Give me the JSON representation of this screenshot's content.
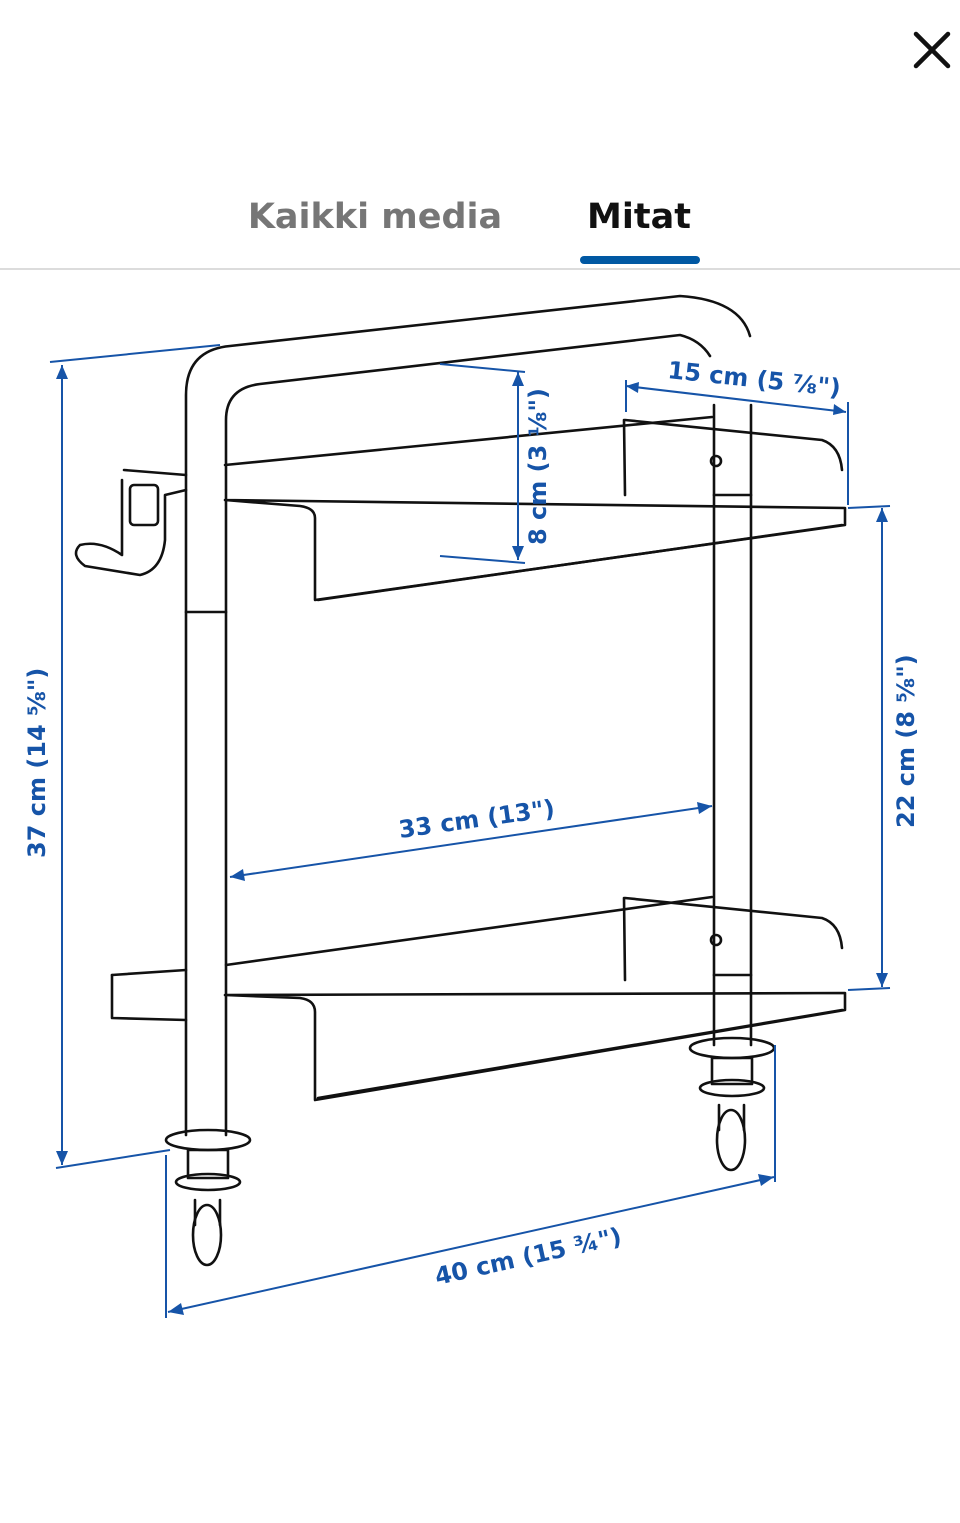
{
  "close_icon": "close-icon",
  "tabs": [
    {
      "label": "Kaikki media",
      "active": false
    },
    {
      "label": "Mitat",
      "active": true
    }
  ],
  "accent_color": "#0058a3",
  "dimension_color": "#1654a8",
  "dimensions": {
    "depth": "15 cm (5 ⅞\")",
    "rim_height": "8 cm (3 ⅛\")",
    "total_height": "37 cm (14 ⅝\")",
    "shelf_spacing": "22 cm (8 ⅝\")",
    "inner_width": "33 cm (13\")",
    "total_width": "40 cm (15 ¾\")"
  }
}
